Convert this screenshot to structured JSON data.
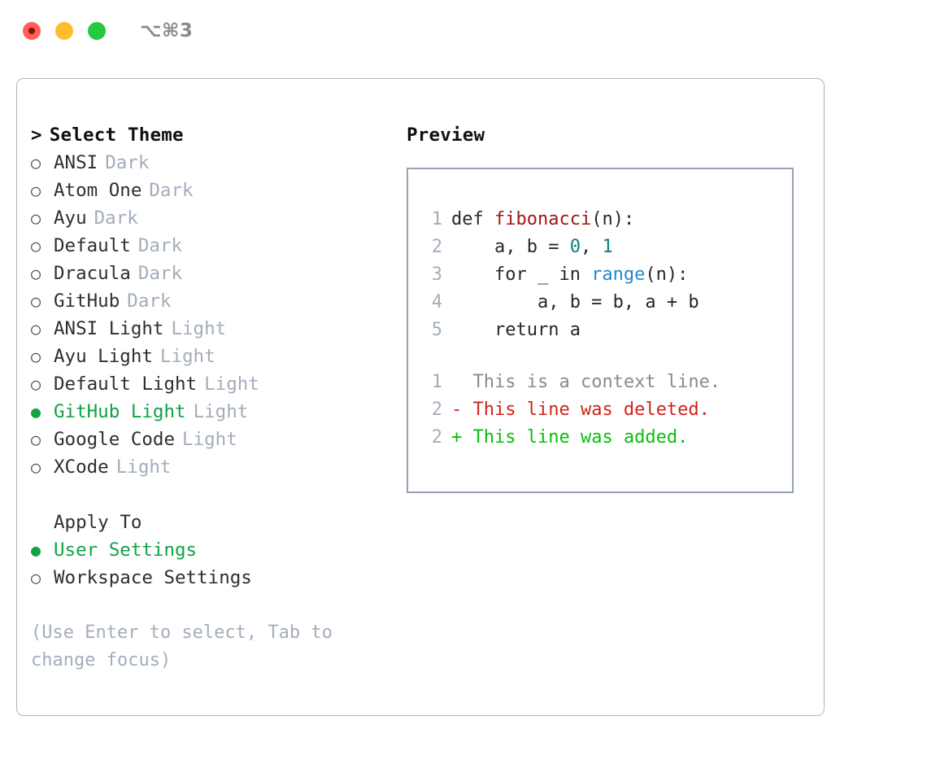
{
  "titlebar": {
    "shortcut": "⌥⌘3",
    "buttons": [
      {
        "name": "close",
        "color": "#ff5f57"
      },
      {
        "name": "minimize",
        "color": "#febc2e"
      },
      {
        "name": "maximize",
        "color": "#28c840"
      }
    ]
  },
  "theme_picker": {
    "heading_caret": ">",
    "heading": "Select Theme",
    "marker_selected": "●",
    "marker_unselected": "○",
    "items": [
      {
        "label": "ANSI",
        "tag": "Dark",
        "selected": false
      },
      {
        "label": "Atom One",
        "tag": "Dark",
        "selected": false
      },
      {
        "label": "Ayu",
        "tag": "Dark",
        "selected": false
      },
      {
        "label": "Default",
        "tag": "Dark",
        "selected": false
      },
      {
        "label": "Dracula",
        "tag": "Dark",
        "selected": false
      },
      {
        "label": "GitHub",
        "tag": "Dark",
        "selected": false
      },
      {
        "label": "ANSI Light",
        "tag": "Light",
        "selected": false
      },
      {
        "label": "Ayu Light",
        "tag": "Light",
        "selected": false
      },
      {
        "label": "Default Light",
        "tag": "Light",
        "selected": false
      },
      {
        "label": "GitHub Light",
        "tag": "Light",
        "selected": true
      },
      {
        "label": "Google Code",
        "tag": "Light",
        "selected": false
      },
      {
        "label": "XCode",
        "tag": "Light",
        "selected": false
      }
    ]
  },
  "apply_to": {
    "heading": "Apply To",
    "items": [
      {
        "label": "User Settings",
        "selected": true
      },
      {
        "label": "Workspace Settings",
        "selected": false
      }
    ]
  },
  "hint": "(Use Enter to select, Tab to change focus)",
  "preview": {
    "title": "Preview",
    "code_lines": [
      {
        "num": "1",
        "tokens": [
          {
            "t": "def ",
            "c": "plain"
          },
          {
            "t": "fibonacci",
            "c": "func"
          },
          {
            "t": "(n):",
            "c": "plain"
          }
        ]
      },
      {
        "num": "2",
        "tokens": [
          {
            "t": "    a, b = ",
            "c": "plain"
          },
          {
            "t": "0",
            "c": "num"
          },
          {
            "t": ", ",
            "c": "plain"
          },
          {
            "t": "1",
            "c": "num"
          }
        ]
      },
      {
        "num": "3",
        "tokens": [
          {
            "t": "    for _ in ",
            "c": "plain"
          },
          {
            "t": "range",
            "c": "builtin"
          },
          {
            "t": "(n):",
            "c": "plain"
          }
        ]
      },
      {
        "num": "4",
        "tokens": [
          {
            "t": "        a, b = b, a + b",
            "c": "plain"
          }
        ]
      },
      {
        "num": "5",
        "tokens": [
          {
            "t": "    return a",
            "c": "plain"
          }
        ]
      }
    ],
    "diff_lines": [
      {
        "num": "1",
        "sign": "  ",
        "text": "This is a context line.",
        "kind": "ctx"
      },
      {
        "num": "2",
        "sign": "- ",
        "text": "This line was deleted.",
        "kind": "del"
      },
      {
        "num": "2",
        "sign": "+ ",
        "text": "This line was added.",
        "kind": "add"
      }
    ]
  },
  "colors": {
    "accent_green": "#0fa344",
    "diff_add": "#07c007",
    "diff_del": "#cf2418",
    "func_red": "#a31515",
    "builtin_blue": "#2188cc",
    "number_teal": "#0a7f7f",
    "muted": "#a3adbb",
    "border": "#aeb6c2",
    "preview_border": "#96a2b2"
  }
}
